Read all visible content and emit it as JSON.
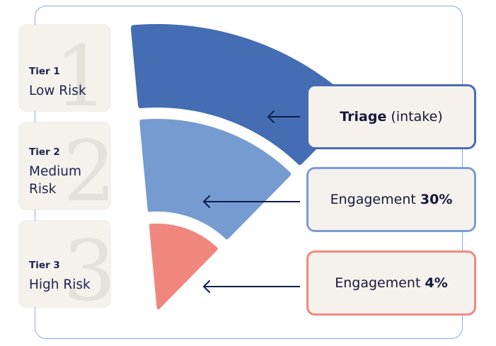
{
  "tiers": [
    {
      "label": "Tier 1",
      "risk": "Low Risk",
      "numeral": "1"
    },
    {
      "label": "Tier 2",
      "risk": "Medium Risk",
      "risk_lines": [
        "Medium",
        "Risk"
      ],
      "numeral": "2"
    },
    {
      "label": "Tier 3",
      "risk": "High Risk",
      "numeral": "3"
    }
  ],
  "callouts": [
    {
      "strong": "Triage",
      "text": "(intake)",
      "order": "strong-first",
      "color": "#4a6bb5"
    },
    {
      "text": "Engagement",
      "strong": "30%",
      "order": "text-first",
      "color": "#7a9dd3"
    },
    {
      "text": "Engagement",
      "strong": "4%",
      "order": "text-first",
      "color": "#ef8a80"
    }
  ],
  "fan_segments": [
    {
      "name": "triage-segment",
      "color": "#446db4"
    },
    {
      "name": "engagement-30-segment",
      "color": "#769bd0"
    },
    {
      "name": "engagement-4-segment",
      "color": "#f0877e"
    }
  ],
  "colors": {
    "frame_border": "#8fa8e2",
    "card_background": "#f5f1ec",
    "text_dark": "#1b2550",
    "arrow": "#0f1f4d",
    "numeral": "#e4e0da"
  }
}
